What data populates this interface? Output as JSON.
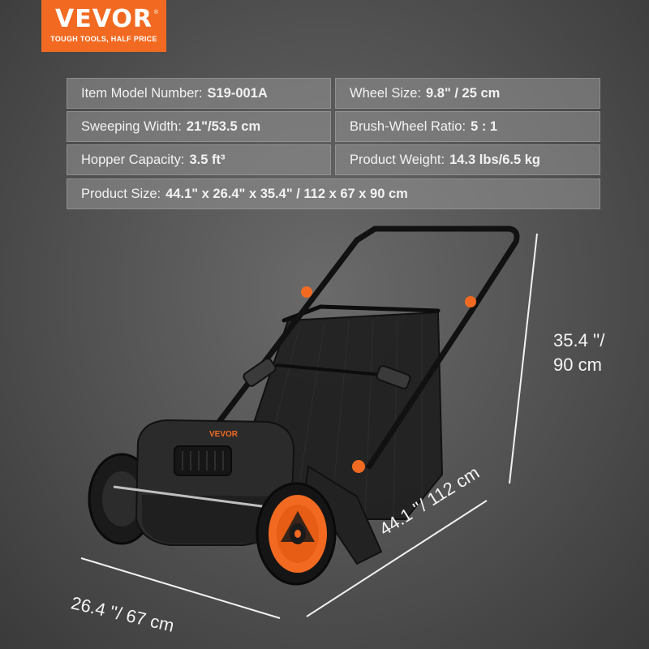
{
  "brand": {
    "name": "VEVOR",
    "registered": "®",
    "tagline": "TOUGH TOOLS, HALF PRICE",
    "color": "#f26a21"
  },
  "specs": [
    {
      "label": "Item Model Number:",
      "value": "S19-001A"
    },
    {
      "label": "Wheel Size:",
      "value": "9.8\" / 25 cm"
    },
    {
      "label": "Sweeping Width:",
      "value": "21\"/53.5 cm"
    },
    {
      "label": "Brush-Wheel Ratio:",
      "value": "5 : 1"
    },
    {
      "label": "Hopper Capacity:",
      "value": "3.5 ft³"
    },
    {
      "label": "Product Weight:",
      "value": "14.3 lbs/6.5 kg"
    },
    {
      "label": "Product Size:",
      "value": "44.1\" x 26.4\" x 35.4\" / 112 x 67 x 90 cm"
    }
  ],
  "dimensions": {
    "height_line1": "35.4 ''/",
    "height_line2": "90 cm",
    "length": "44.1 ''/ 112 cm",
    "width": "26.4 ''/ 67 cm"
  },
  "product": {
    "body_label": "VEVOR",
    "accent_color": "#f26a21",
    "body_color": "#2a2a2a"
  }
}
